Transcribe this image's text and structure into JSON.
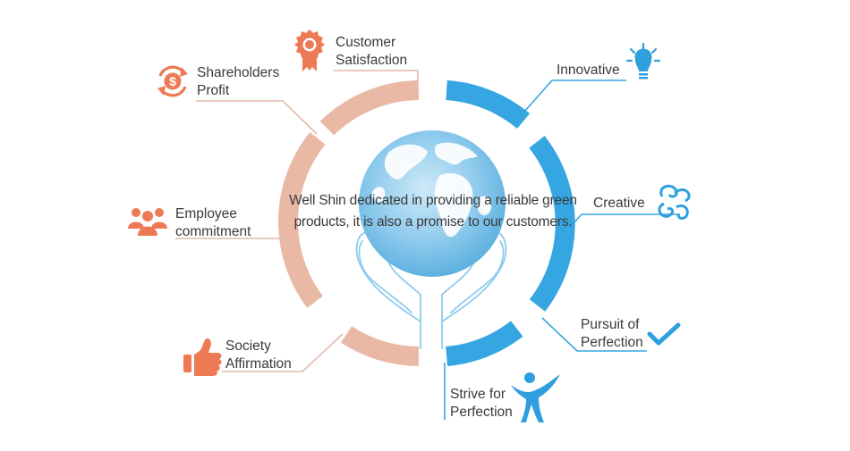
{
  "center_text": {
    "line1": "Well Shin dedicated in providing a reliable green",
    "line2": "products, it is also a promise to our customers."
  },
  "left_values": [
    {
      "id": "customer",
      "lines": [
        "Customer",
        "Satisfaction"
      ],
      "icon": "award-ribbon-icon"
    },
    {
      "id": "shareholders",
      "lines": [
        "Shareholders",
        "Profit"
      ],
      "icon": "dollar-cycle-icon"
    },
    {
      "id": "employee",
      "lines": [
        "Employee",
        "commitment"
      ],
      "icon": "team-people-icon"
    },
    {
      "id": "society",
      "lines": [
        "Society",
        "Affirmation"
      ],
      "icon": "thumbs-up-icon"
    }
  ],
  "right_values": [
    {
      "id": "innovative",
      "lines": [
        "Innovative"
      ],
      "icon": "lightbulb-icon"
    },
    {
      "id": "creative",
      "lines": [
        "Creative"
      ],
      "icon": "creative-swirl-icon"
    },
    {
      "id": "pursuit",
      "lines": [
        "Pursuit of",
        "Perfection"
      ],
      "icon": "checkmark-icon"
    },
    {
      "id": "strive",
      "lines": [
        "Strive for",
        "Perfection"
      ],
      "icon": "raised-arms-person-icon"
    }
  ],
  "colors": {
    "left_accent": "#ed7a54",
    "left_ring": "#e9b9a6",
    "left_line": "#e3b9a9",
    "right_accent": "#2f9fde",
    "right_ring": "#35a6e1",
    "text": "#3a3a3a",
    "globe": "#8fcbed"
  }
}
